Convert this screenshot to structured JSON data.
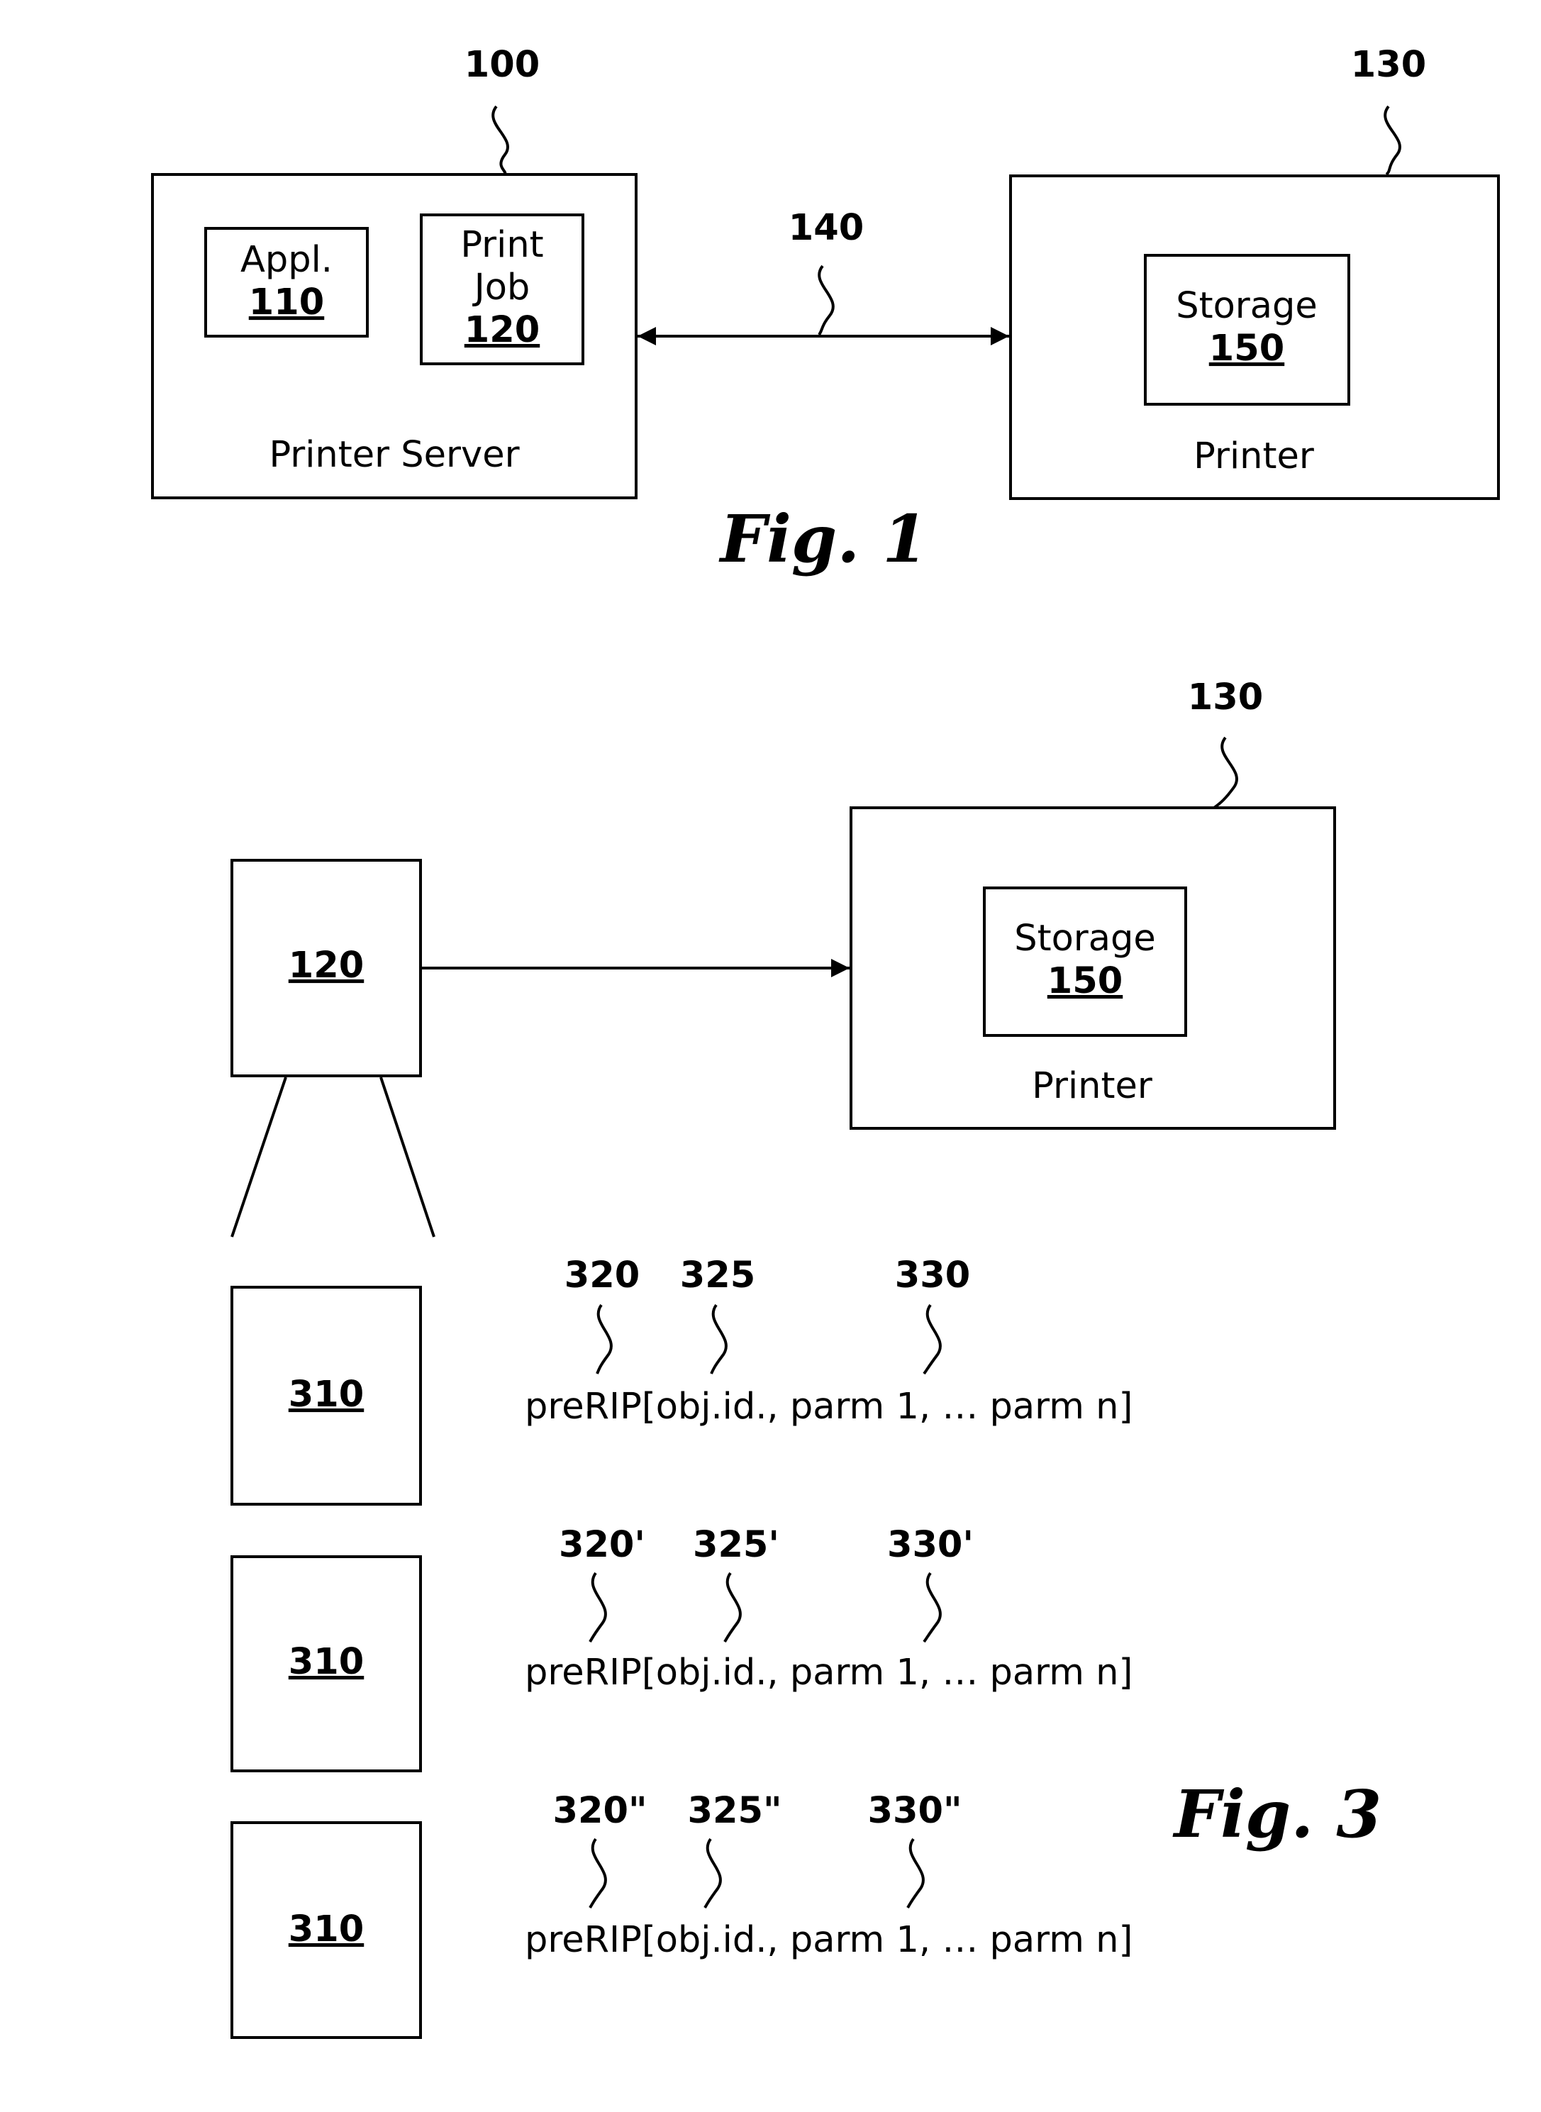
{
  "fig1": {
    "ref_server": "100",
    "ref_printer": "130",
    "ref_link": "140",
    "appl_label": "Appl.",
    "appl_ref": "110",
    "printjob_line1": "Print",
    "printjob_line2": "Job",
    "printjob_ref": "120",
    "server_label": "Printer Server",
    "storage_label": "Storage",
    "storage_ref": "150",
    "printer_label": "Printer",
    "caption": "Fig. 1"
  },
  "fig3": {
    "ref_printer": "130",
    "job_ref": "120",
    "storage_label": "Storage",
    "storage_ref": "150",
    "printer_label": "Printer",
    "rows": [
      {
        "box_ref": "310",
        "ref_a": "320",
        "ref_b": "325",
        "ref_c": "330",
        "code": "preRIP[obj.id., parm 1, … parm n]"
      },
      {
        "box_ref": "310",
        "ref_a": "320'",
        "ref_b": "325'",
        "ref_c": "330'",
        "code": "preRIP[obj.id., parm 1, … parm n]"
      },
      {
        "box_ref": "310",
        "ref_a": "320\"",
        "ref_b": "325\"",
        "ref_c": "330\"",
        "code": "preRIP[obj.id., parm 1, … parm n]"
      }
    ],
    "caption": "Fig. 3"
  }
}
